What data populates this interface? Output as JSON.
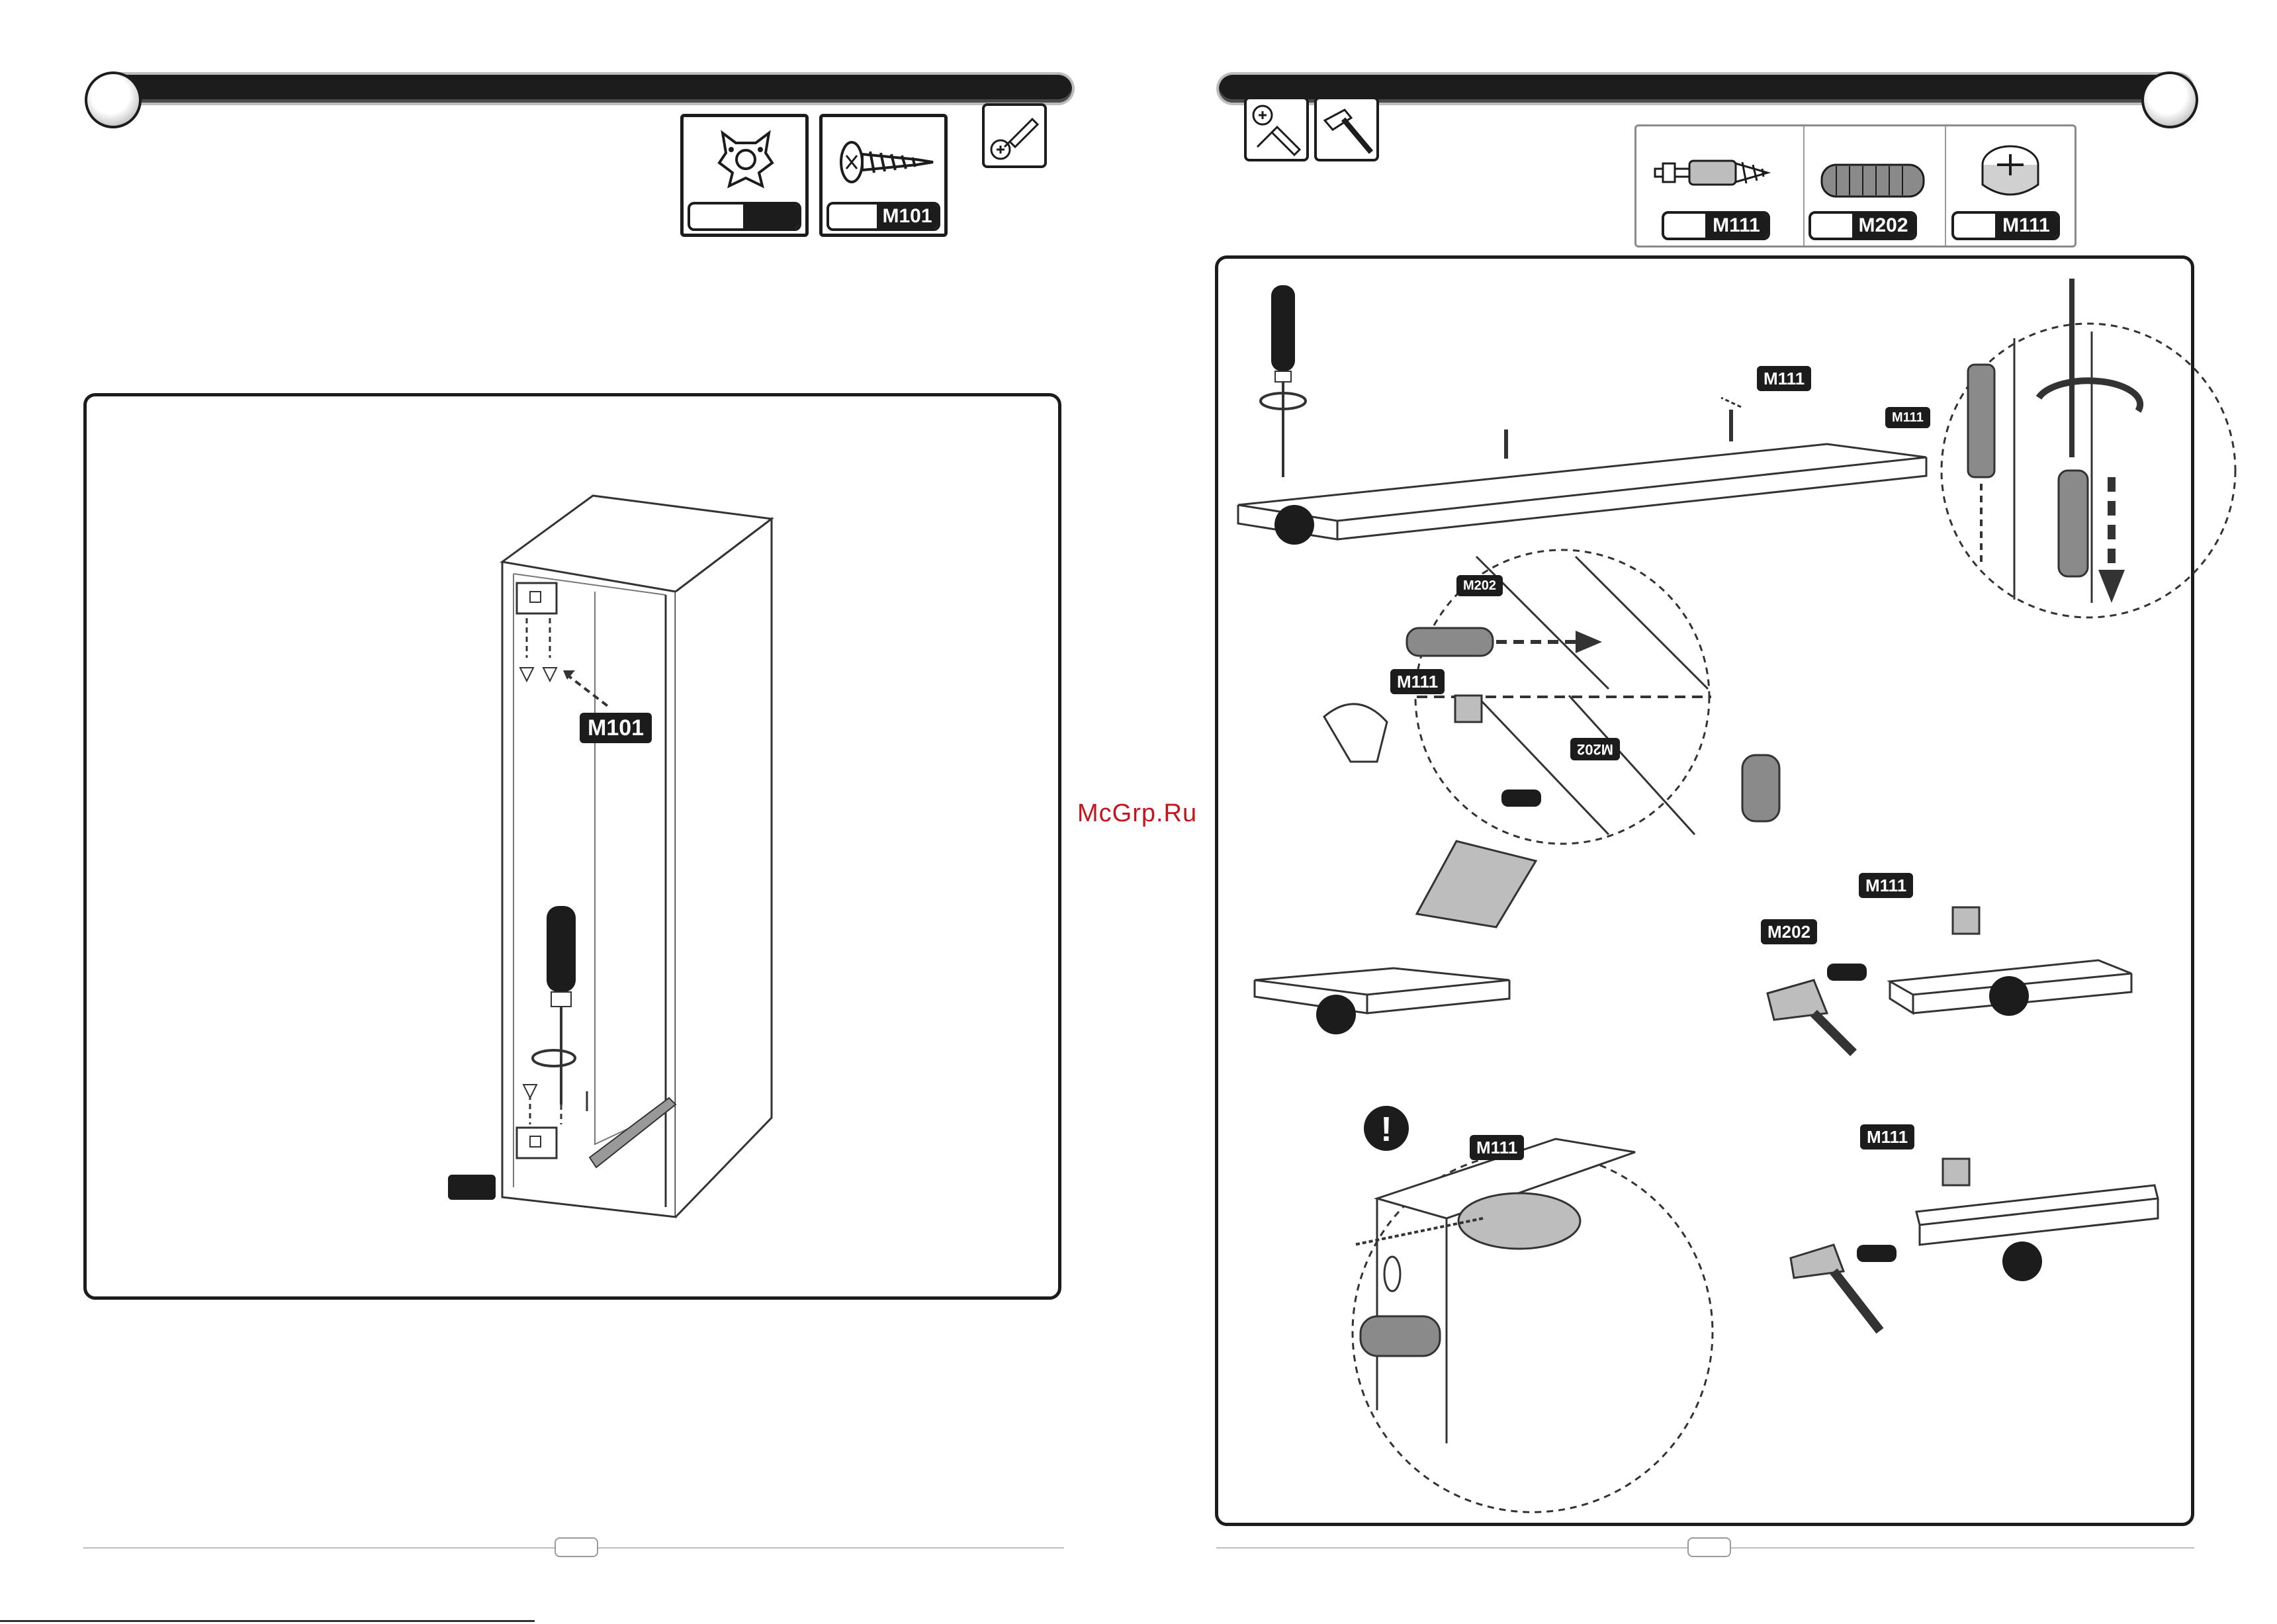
{
  "watermark": "McGrp.Ru",
  "left_page": {
    "hardware": [
      {
        "code": ""
      },
      {
        "code": "M101"
      }
    ],
    "callouts": {
      "screw": "M101",
      "part": ""
    }
  },
  "right_page": {
    "hardware": [
      {
        "code": "M111"
      },
      {
        "code": "M202"
      },
      {
        "code": "M111"
      }
    ],
    "callouts": {
      "bolt_top": "M111",
      "bolt_detail": "M111",
      "dowel_detail": "M202",
      "cam_a": "M111",
      "dowel_a": "M202",
      "cam_b": "M111",
      "dowel_b": "M202",
      "cam_note": "M111",
      "cam_c": "M111"
    },
    "warning_symbol": "!"
  }
}
